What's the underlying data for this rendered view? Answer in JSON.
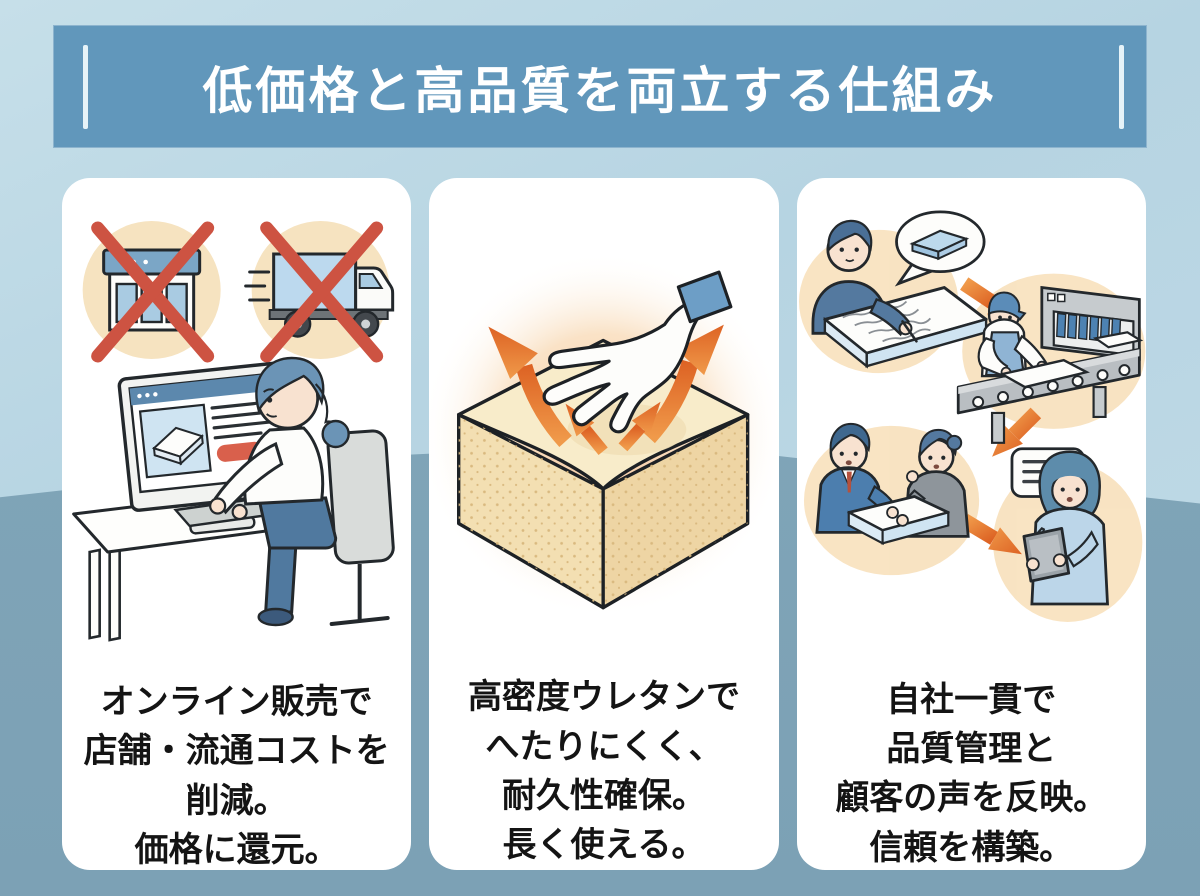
{
  "title": "低価格と高品質を両立する仕組み",
  "palette": {
    "banner_blue": "#6197bb",
    "background_light_blue": "#bdd8e5",
    "background_floor_blue": "#7ca1b5",
    "card_white": "#ffffff",
    "text_black": "#141414",
    "cross_red": "#cd5342",
    "accent_orange": "#e8752c",
    "glow_peach": "#f7ddb4",
    "illustration_blue": "#5d89ad",
    "mattress_light_blue": "#bcd9ec",
    "button_red": "#d9604c",
    "foam_cream": "#f8ecca"
  },
  "cards": [
    {
      "name": "online-sales",
      "lines": [
        "オンライン販売で",
        "店舗・流通コストを",
        "削減。",
        "価格に還元。"
      ],
      "icons": [
        "no-store-icon",
        "no-delivery-truck-icon",
        "woman-shopping-on-computer-illustration"
      ]
    },
    {
      "name": "high-density-urethane",
      "lines": [
        "高密度ウレタンで",
        "へたりにくく、",
        "耐久性確保。",
        "長く使える。"
      ],
      "icons": [
        "foam-block-illustration",
        "pressing-hand-icon",
        "resilience-arrows-icon"
      ]
    },
    {
      "name": "in-house-quality",
      "lines": [
        "自社一貫で",
        "品質管理と",
        "顧客の声を反映。",
        "信頼を構築。"
      ],
      "icons": [
        "planner-scene",
        "factory-conveyor-scene",
        "handoff-scene",
        "customer-feedback-scene",
        "flow-arrow-icon"
      ]
    }
  ]
}
